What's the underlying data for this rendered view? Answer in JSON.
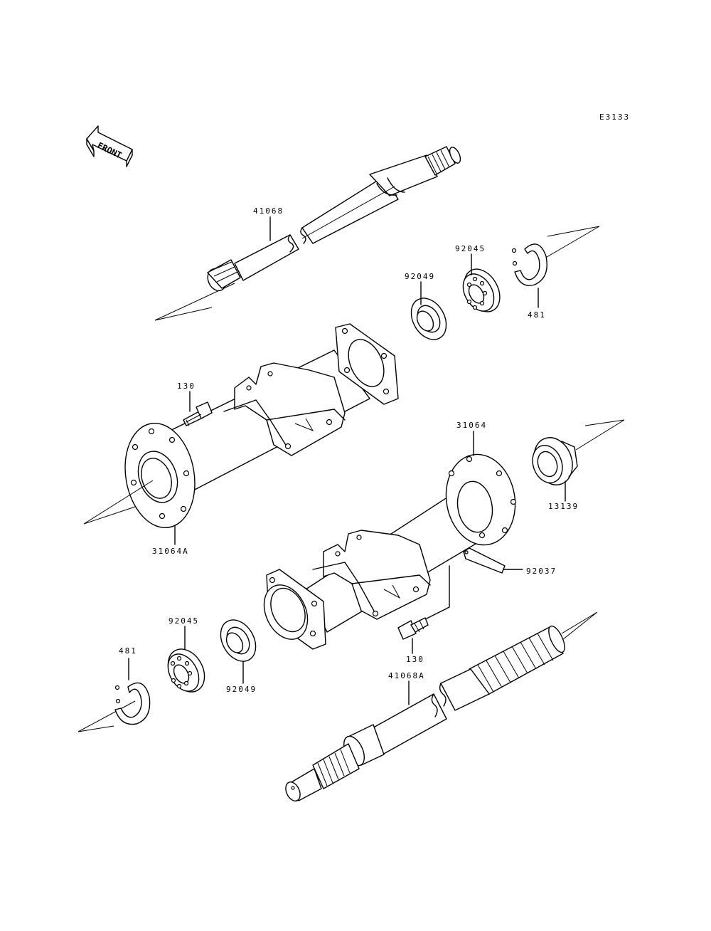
{
  "diagram_code": "E3133",
  "front_label": "FRONT",
  "parts": {
    "shaft_upper": "41068",
    "shaft_lower": "41068A",
    "seal_upper": "92049",
    "seal_lower": "92049",
    "bearing_upper": "92045",
    "bearing_lower": "92045",
    "circlip_upper": "481",
    "circlip_lower": "481",
    "bolt_upper": "130",
    "bolt_lower": "130",
    "housing_left": "31064A",
    "housing_right": "31064",
    "sprocket_hub": "13139",
    "clamp": "92037"
  }
}
